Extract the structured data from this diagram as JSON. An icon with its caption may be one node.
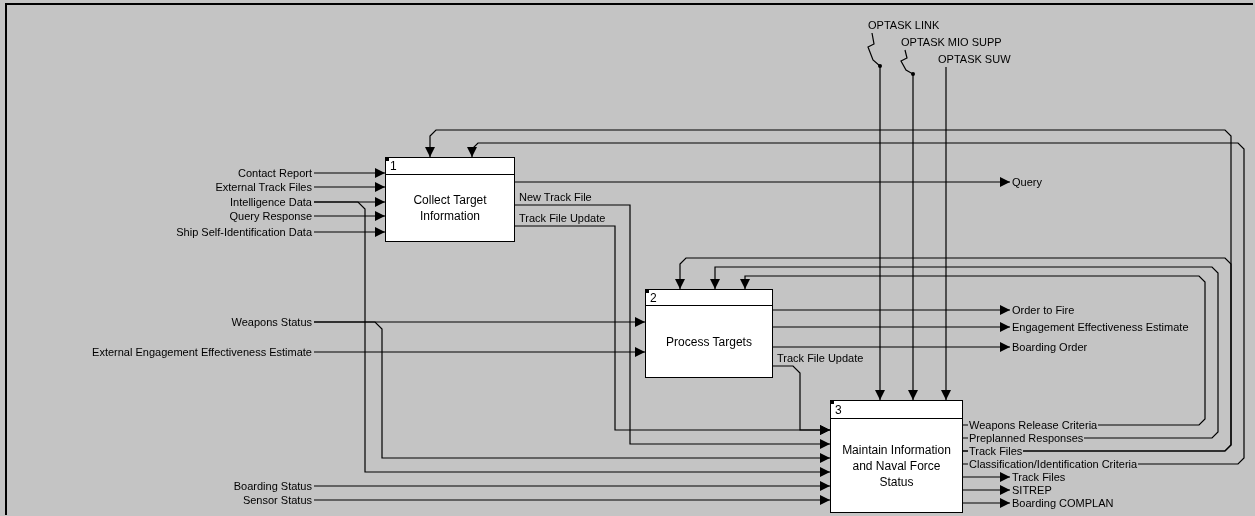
{
  "diagram": {
    "nodes": [
      {
        "text": [
          "1",
          "Collect Target Information"
        ]
      },
      {
        "text": [
          "2",
          "Process Targets"
        ]
      },
      {
        "text": [
          "3",
          "Maintain Information and Naval Force Status"
        ]
      },
      {
        "text": [
          "OPTASK LINK"
        ]
      },
      {
        "text": [
          "OPTASK MIO SUPP"
        ]
      },
      {
        "text": [
          "OPTASK SUW"
        ]
      },
      {
        "text": [
          "Contact Report"
        ]
      },
      {
        "text": [
          "External Track Files"
        ]
      },
      {
        "text": [
          "Intelligence Data"
        ]
      },
      {
        "text": [
          "Query Response"
        ]
      },
      {
        "text": [
          "Ship Self-Identification Data"
        ]
      },
      {
        "text": [
          "Query"
        ]
      },
      {
        "text": [
          "Weapons Status"
        ]
      },
      {
        "text": [
          "External Engagement Effectiveness Estimate"
        ]
      },
      {
        "text": [
          "Order to Fire"
        ]
      },
      {
        "text": [
          "Engagement Effectiveness Estimate"
        ]
      },
      {
        "text": [
          "Boarding Order"
        ]
      },
      {
        "text": [
          "Track Files"
        ]
      },
      {
        "text": [
          "Boarding Status"
        ]
      },
      {
        "text": [
          "Sensor Status"
        ]
      },
      {
        "text": [
          "SITREP"
        ]
      },
      {
        "text": [
          "Boarding COMPLAN"
        ]
      }
    ],
    "edges": [
      {
        "from": 3,
        "to": 2,
        "arrow": "to"
      },
      {
        "from": 4,
        "to": 2,
        "arrow": "to"
      },
      {
        "from": 5,
        "to": 2,
        "arrow": "to"
      },
      {
        "from": 6,
        "to": 0,
        "arrow": "to"
      },
      {
        "from": 7,
        "to": 0,
        "arrow": "to"
      },
      {
        "from": 8,
        "to": 0,
        "arrow": "to"
      },
      {
        "from": 8,
        "to": 2,
        "arrow": "to"
      },
      {
        "from": 9,
        "to": 0,
        "arrow": "to"
      },
      {
        "from": 10,
        "to": 0,
        "arrow": "to"
      },
      {
        "from": 0,
        "to": 11,
        "arrow": "to"
      },
      {
        "from": 0,
        "to": 2,
        "arrow": "to",
        "label": "New Track File"
      },
      {
        "from": 0,
        "to": 2,
        "arrow": "to",
        "label": "Track File Update"
      },
      {
        "from": 12,
        "to": 1,
        "arrow": "to"
      },
      {
        "from": 12,
        "to": 2,
        "arrow": "to"
      },
      {
        "from": 13,
        "to": 1,
        "arrow": "to"
      },
      {
        "from": 1,
        "to": 14,
        "arrow": "to"
      },
      {
        "from": 1,
        "to": 15,
        "arrow": "to"
      },
      {
        "from": 1,
        "to": 16,
        "arrow": "to"
      },
      {
        "from": 1,
        "to": 2,
        "arrow": "to",
        "label": "Track File Update"
      },
      {
        "from": 2,
        "to": 1,
        "arrow": "to",
        "label": "Preplanned Responses"
      },
      {
        "from": 2,
        "to": 1,
        "arrow": "to",
        "label": "Weapons Release Criteria"
      },
      {
        "from": 2,
        "to": 0,
        "arrow": "to",
        "label": "Track Files"
      },
      {
        "from": 2,
        "to": 1,
        "arrow": "to"
      },
      {
        "from": 2,
        "to": 0,
        "arrow": "to",
        "label": "Classification/Identification Criteria"
      },
      {
        "from": 2,
        "to": 17,
        "arrow": "to"
      },
      {
        "from": 18,
        "to": 2,
        "arrow": "to"
      },
      {
        "from": 19,
        "to": 2,
        "arrow": "to"
      },
      {
        "from": 2,
        "to": 20,
        "arrow": "to"
      },
      {
        "from": 2,
        "to": 21,
        "arrow": "to"
      }
    ]
  }
}
